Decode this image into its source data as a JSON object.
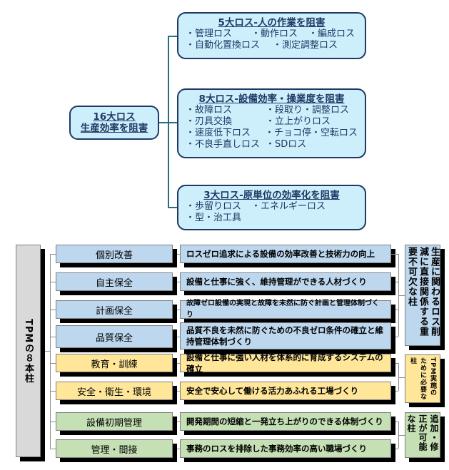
{
  "losses": {
    "root": {
      "line1": "16大ロス",
      "line2": "生産効率を阻害"
    },
    "groups": [
      {
        "title": "5大ロス-人の作業を阻害",
        "rows": [
          [
            "・管理ロス",
            "・動作ロス",
            "・編成ロス"
          ],
          [
            "・自動化置換ロス",
            "・測定調整ロス"
          ]
        ]
      },
      {
        "title": "8大ロス-設備効率・操業度を阻害",
        "rows": [
          [
            "・故障ロス",
            "・段取り・調整ロス"
          ],
          [
            "・刃具交換",
            "・立上がりロス"
          ],
          [
            "・速度低下ロス",
            "・チョコ停・空転ロス"
          ],
          [
            "・不良手直しロス",
            "・SDロス"
          ]
        ]
      },
      {
        "title": "3大ロス-原単位の効率化を阻害",
        "rows": [
          [
            "・歩留りロス",
            "・エネルギーロス"
          ],
          [
            "・型・治工具"
          ]
        ]
      }
    ]
  },
  "tpm": {
    "title": "TPMの８本柱",
    "pillars": [
      {
        "name": "個別改善",
        "desc": "ロスゼロ追求による設備の効率改善と技術力の向上"
      },
      {
        "name": "自主保全",
        "desc": "設備と仕事に強く、維持管理ができる人材づくり"
      },
      {
        "name": "計画保全",
        "desc": "故障ゼロ設備の実現と故障を未然に防ぐ計画と管理体制づくり"
      },
      {
        "name": "品質保全",
        "desc": "品質不良を未然に防ぐための不良ゼロ条件の確立と維持管理体制づくり"
      },
      {
        "name": "教育・訓練",
        "desc": "設備と仕事に強い人材を体系的に育成するシステムの確立"
      },
      {
        "name": "安全・衛生・環境",
        "desc": "安全で安心して働ける活力あふれる工場づくり"
      },
      {
        "name": "設備初期管理",
        "desc": "開発期間の短縮と一発立ち上がりのできる体制づくり"
      },
      {
        "name": "管理・間接",
        "desc": "事務のロスを排除した事務効率の高い職場づくり"
      }
    ],
    "groups": [
      "生産に関わるロス削減に直接関係する重要不可欠な柱",
      "TPM実施のために必要な柱",
      "追加・修正が可能な柱"
    ]
  },
  "colors": {
    "blue": "#bdd7ee",
    "yellow": "#ffe699",
    "green": "#c5e0b4",
    "navy": "#1f3864",
    "cyan": "#cdeffc"
  }
}
